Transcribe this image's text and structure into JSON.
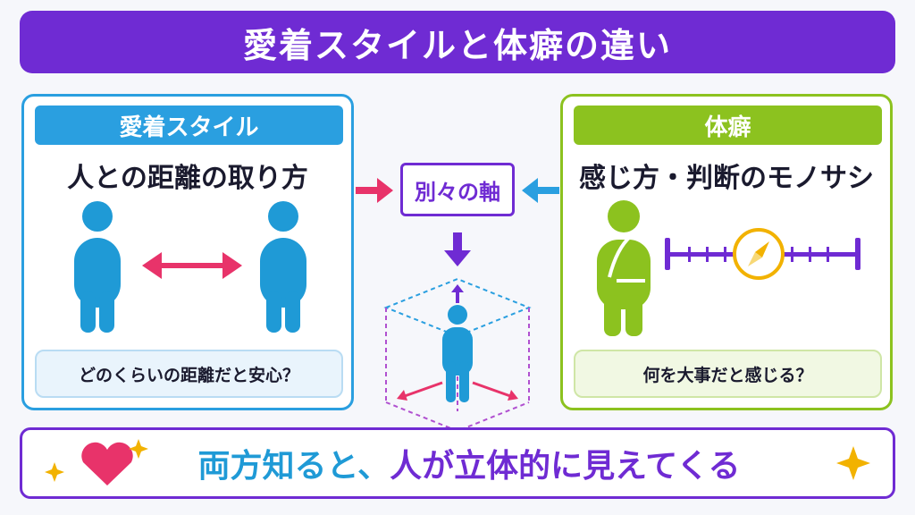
{
  "title": "愛着スタイルと体癖の違い",
  "left_panel": {
    "header": "愛着スタイル",
    "subtitle": "人との距離の取り方",
    "question": "どのくらいの距離だと安心？",
    "icons": [
      "person-icon",
      "double-arrow-icon",
      "person-icon"
    ]
  },
  "right_panel": {
    "header": "体癖",
    "subtitle": "感じ方・判断のモノサシ",
    "question": "何を大事だと感じる？",
    "icons": [
      "thinking-person-icon",
      "scale-ruler-icon",
      "compass-icon"
    ]
  },
  "center": {
    "label": "別々の軸",
    "icons": [
      "down-arrow-icon",
      "person-in-cube-icon"
    ]
  },
  "bottom": {
    "lead": "両方知ると、",
    "rest": "人が立体的に見えてくる",
    "icons": [
      "heart-icon",
      "sparkle-icon"
    ]
  },
  "colors": {
    "purple": "#6f2bd3",
    "blue": "#2a9fe0",
    "green": "#8cc21f",
    "pink": "#e8336a",
    "gold": "#f2b200"
  }
}
